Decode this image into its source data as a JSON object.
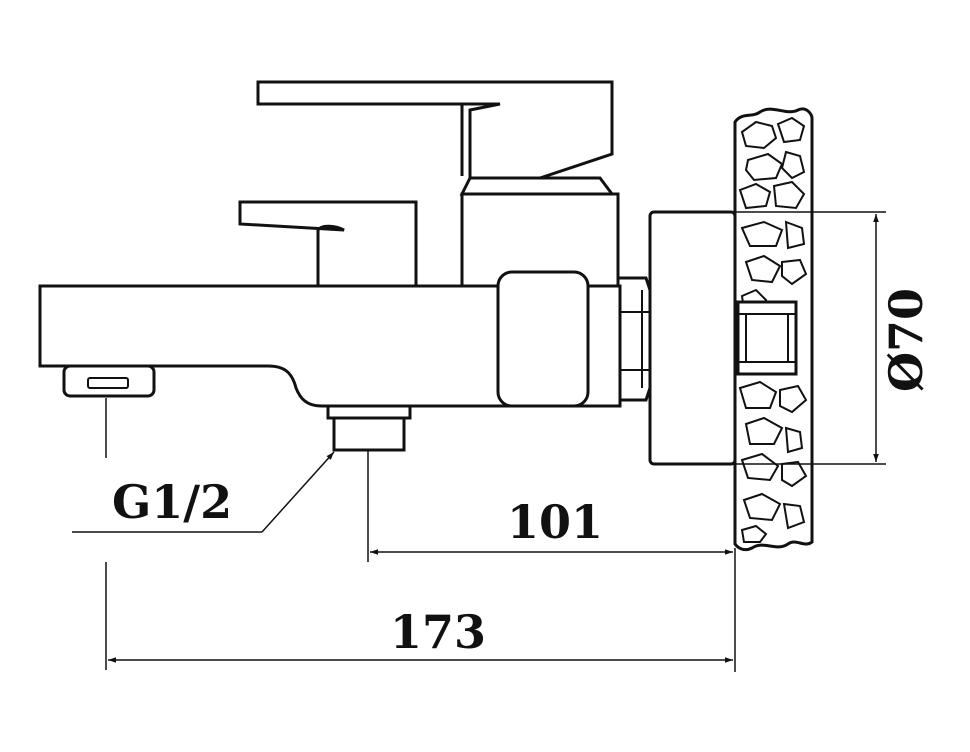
{
  "drawing": {
    "line_color": "#111111",
    "background": "#ffffff",
    "labels": {
      "thread": "G1/2",
      "outlet_to_wall": "101",
      "total_depth": "173",
      "flange_diameter": "Ø70"
    }
  }
}
